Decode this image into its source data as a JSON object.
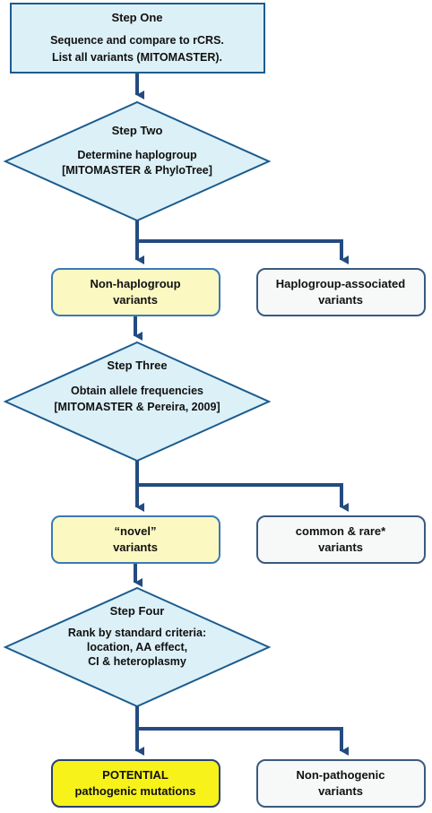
{
  "colors": {
    "step_fill": "#dcf0f7",
    "step_stroke": "#1b5c8f",
    "arrow": "#234b80",
    "kept_fill": "#fbf8c2",
    "kept_stroke": "#3a7ab8",
    "excluded_fill": "#f7f8f8",
    "excluded_stroke": "#3a5a80",
    "final_fill": "#f7f21a",
    "final_stroke": "#2a4070"
  },
  "step1": {
    "title": "Step One",
    "line1": "Sequence and compare to rCRS.",
    "line2": "List all variants (MITOMASTER)."
  },
  "step2": {
    "title": "Step Two",
    "line1": "Determine haplogroup",
    "line2": "[MITOMASTER & PhyloTree]"
  },
  "result2": {
    "left_line1": "Non-haplogroup",
    "left_line2": "variants",
    "right_line1": "Haplogroup-associated",
    "right_line2": "variants"
  },
  "step3": {
    "title": "Step Three",
    "line1": "Obtain allele frequencies",
    "line2": "[MITOMASTER & Pereira, 2009]"
  },
  "result3": {
    "left_line1": "“novel”",
    "left_line2": "variants",
    "right_line1": "common & rare*",
    "right_line2": "variants"
  },
  "step4": {
    "title": "Step Four",
    "line1": "Rank by standard criteria:",
    "line2": "location, AA effect,",
    "line3": "CI & heteroplasmy"
  },
  "result4": {
    "left_line1": "POTENTIAL",
    "left_line2": "pathogenic mutations",
    "right_line1": "Non-pathogenic",
    "right_line2": "variants"
  }
}
